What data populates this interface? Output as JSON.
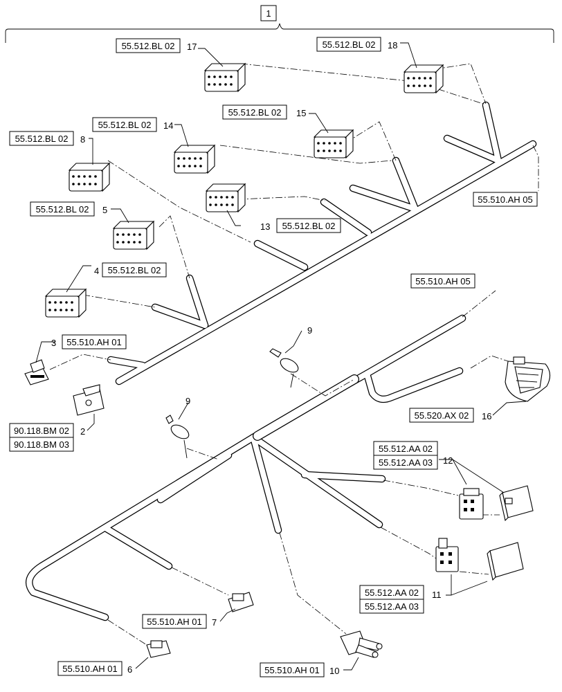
{
  "assembly_item": "1",
  "labels": {
    "bl02": "55.512.BL 02",
    "ah01": "55.510.AH 01",
    "ah05": "55.510.AH 05",
    "ax02": "55.520.AX 02",
    "aa02": "55.512.AA 02",
    "aa03": "55.512.AA 03",
    "bm02": "90.118.BM 02",
    "bm03": "90.118.BM 03"
  },
  "items": {
    "i2": "2",
    "i3": "3",
    "i4": "4",
    "i5": "5",
    "i6": "6",
    "i7": "7",
    "i8": "8",
    "i9a": "9",
    "i9b": "9",
    "i10": "10",
    "i11": "11",
    "i12": "12",
    "i13": "13",
    "i14": "14",
    "i15": "15",
    "i16": "16",
    "i17": "17",
    "i18": "18"
  }
}
